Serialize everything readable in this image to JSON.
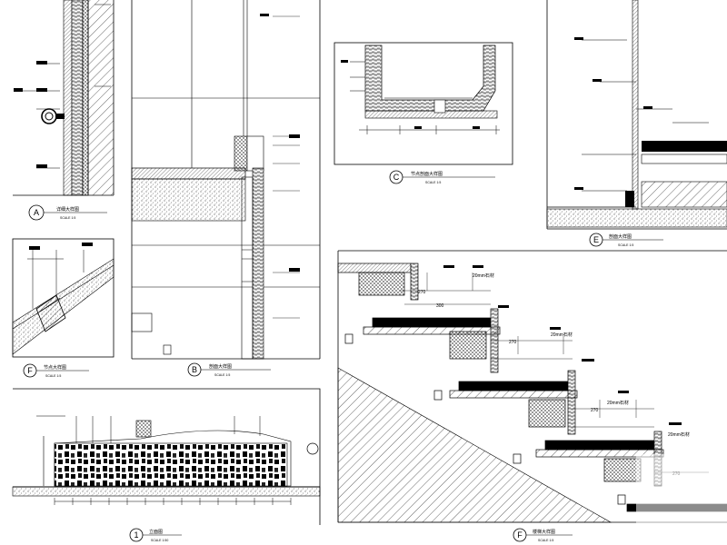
{
  "sheet": {
    "panels": [
      {
        "id": "A",
        "marker": "A",
        "title": "详细大样图",
        "scale": "SCALE 1:5"
      },
      {
        "id": "F",
        "marker": "F",
        "title": "节点大样图",
        "scale": "SCALE 1:5"
      },
      {
        "id": "B",
        "marker": "B",
        "title": "剖面大样图",
        "scale": "SCALE 1:5"
      },
      {
        "id": "C",
        "marker": "C",
        "title": "节点剖面大样图",
        "scale": "SCALE 1:5"
      },
      {
        "id": "E",
        "marker": "E",
        "title": "剖面大样图",
        "scale": "SCALE 1:5"
      },
      {
        "id": "elev",
        "marker": "1",
        "title": "立面图",
        "scale": "SCALE 1:50"
      },
      {
        "id": "stair",
        "marker": "F",
        "title": "楼梯大样图",
        "scale": "SCALE 1:5"
      }
    ],
    "stair_dims": [
      "270",
      "270",
      "270",
      "270",
      "300"
    ],
    "stair_notes": [
      "20mm石材",
      "20mm石材",
      "20mm石材",
      "20mm石材"
    ]
  }
}
